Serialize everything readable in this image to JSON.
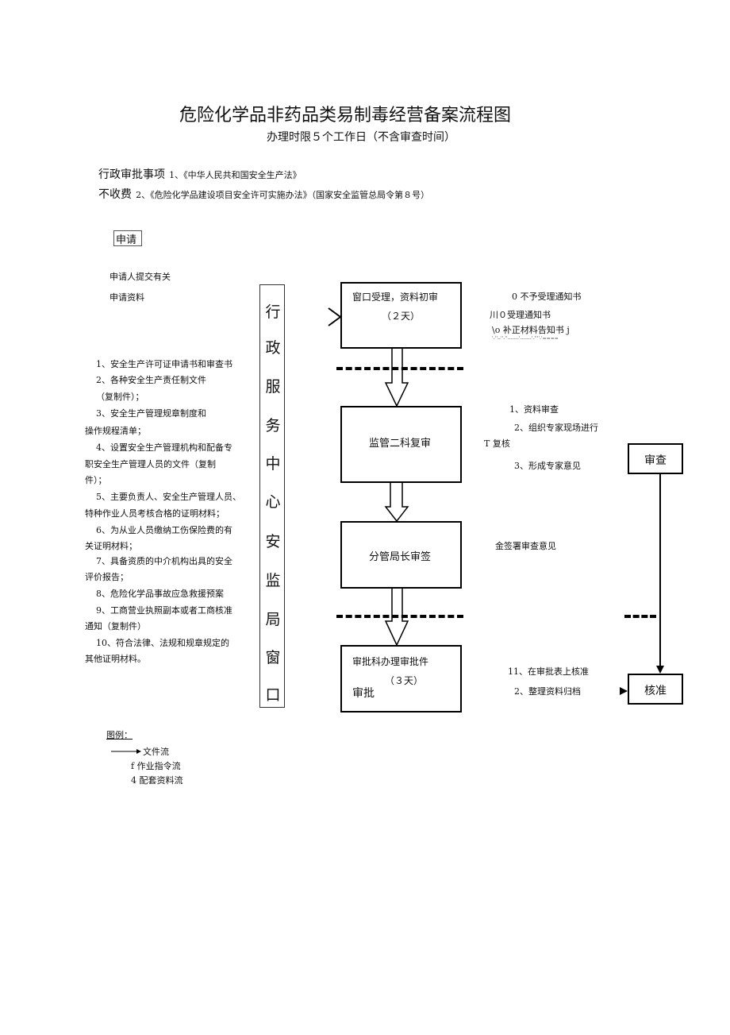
{
  "title": "危险化学品非药品类易制毒经营备案流程图",
  "subtitle": "办理时限５个工作日（不含审查时间）",
  "header_lines": {
    "line1_label": "行政审批事项",
    "line1_text": "1、《中华人民共和国安全生产法》",
    "line2_label": "不收费",
    "line2_text": "2、《危险化学品建设项目安全许可实施办法》（国家安全监管总局令第８号）"
  },
  "apply_label": "申请",
  "applicant_note": [
    "申请人提交有关",
    "申请资料"
  ],
  "materials": [
    "1、安全生产许可证申请书和审查书",
    "2、各种安全生产责任制文件",
    "（复制件）；",
    "3、安全生产管理规章制度和",
    "操作规程清单；",
    "4、设置安全生产管理机构和配备专",
    "职安全生产管理人员的文件（复制",
    "件）；",
    "5、主要负责人、安全生产管理人员、",
    "特种作业人员考核合格的证明材料；",
    "6、为从业人员缴纳工伤保险费的有",
    "关证明材料；",
    "7、具备资质的中介机构出具的安全",
    "评价报告；",
    "8、危险化学品事故应急救援预案",
    "9、工商营业执照副本或者工商核准",
    "通知（复制件）",
    "10、符合法律、法规和规章规定的",
    "其他证明材料。"
  ],
  "center_window_chars": [
    "行",
    "政",
    "服",
    "务",
    "中",
    "心",
    "安",
    "监",
    "局",
    "窗",
    "口"
  ],
  "steps": {
    "step1_line1": "窗口受理，资料初审",
    "step1_line2": "（２天）",
    "step2": "监管二科复审",
    "step3": "分管局长审签",
    "step4_line1": "审批科办理审批件",
    "step4_line2": "（３天）",
    "step4_line3": "审批"
  },
  "right_notes": {
    "n1": "0 不予受理通知书",
    "n2": "川０受理通知书",
    "n3": "\\o 补正材料告知书 j",
    "n3b": "'-''--''-''-------'-------'-''''-'====",
    "r1": "1、资料审查",
    "r2": "2、组织专家现场进行",
    "r2b": "T 复核",
    "r3": "3、形成专家意见",
    "sign": "金签署审查意见",
    "h1": "11、在审批表上核准",
    "h2": "2、整理资料归档"
  },
  "side_boxes": {
    "review": "审查",
    "approve": "核准"
  },
  "legend": {
    "title": "图例：",
    "items": [
      "文件流",
      "f 作业指令流",
      "4 配套资料流"
    ]
  }
}
